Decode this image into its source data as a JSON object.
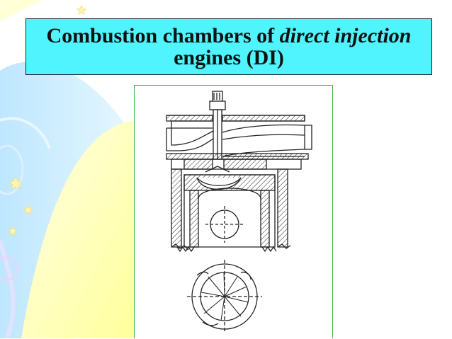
{
  "slide": {
    "title_line1_prefix": "Combustion chambers of ",
    "title_line1_italic": "direct injection",
    "title_line2": "engines (DI)"
  },
  "colors": {
    "title_background": "#4ff4ff",
    "frame_border": "#3cb34a",
    "background_yellow": "#ffffc8",
    "background_blue": "#bfe8ff"
  }
}
